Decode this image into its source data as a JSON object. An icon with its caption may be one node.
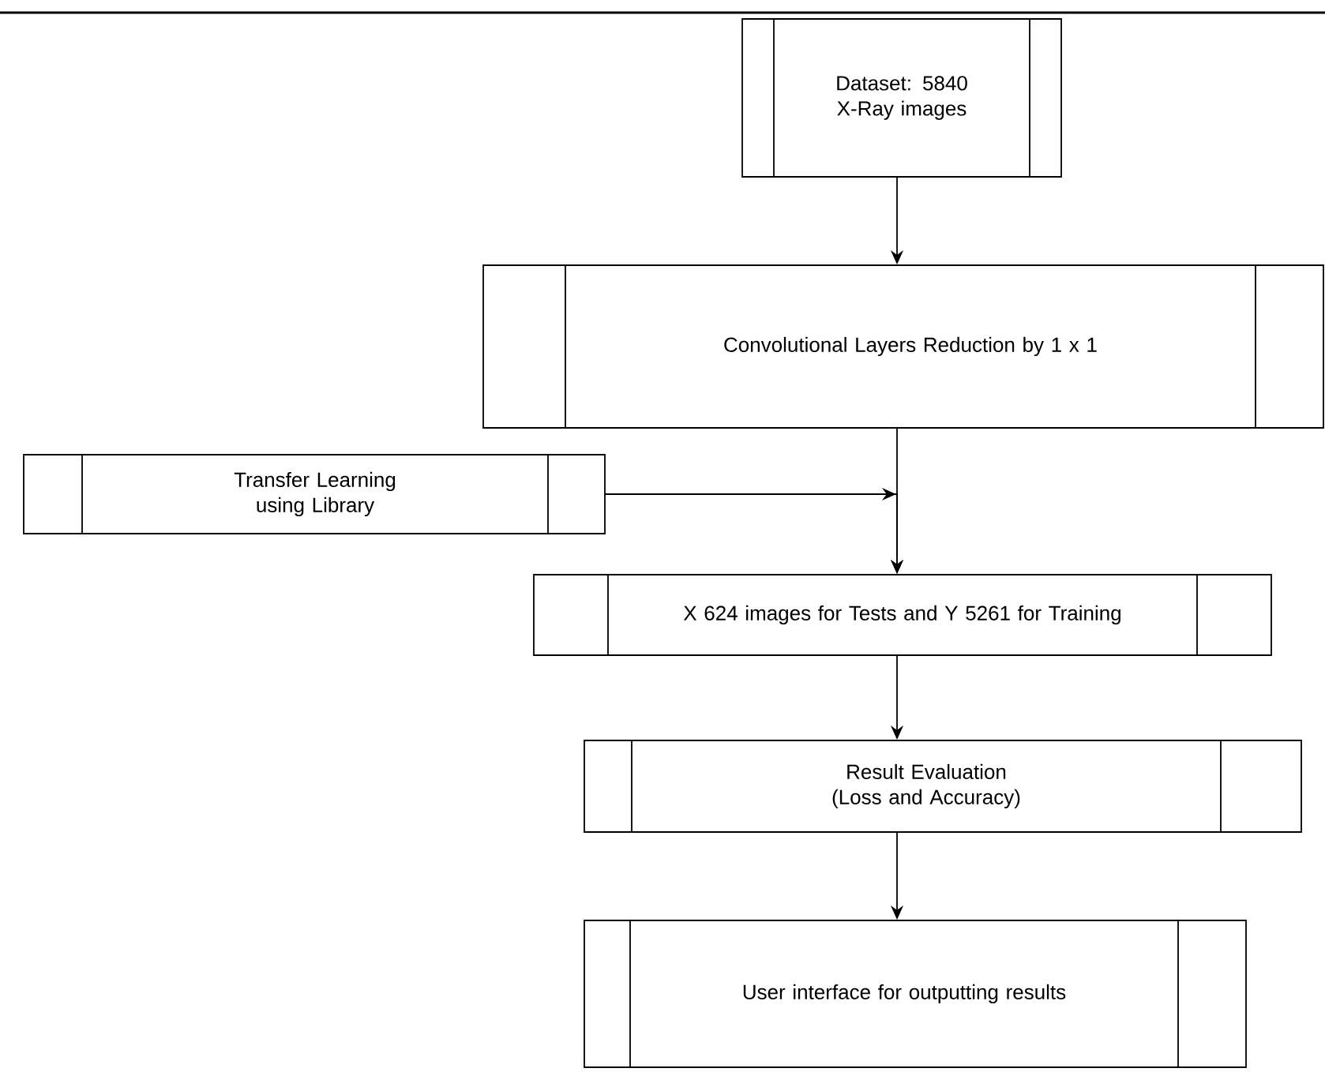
{
  "diagram": {
    "nodes": [
      {
        "text": [
          "Dataset: 5840 X-Ray images"
        ]
      },
      {
        "text": [
          "Convolutional Layers Reduction by 1 x 1"
        ]
      },
      {
        "text": [
          "Transfer Learning using Library"
        ]
      },
      {
        "text": [
          "X 624 images for Tests and Y 5261 for Training"
        ]
      },
      {
        "text": [
          "Result Evaluation (Loss and Accuracy)"
        ]
      },
      {
        "text": [
          "User interface for outputting results"
        ]
      }
    ],
    "edges": [
      {
        "from": 0,
        "to": 1,
        "arrow": "to"
      },
      {
        "from": 1,
        "to": 3,
        "arrow": "to"
      },
      {
        "from": 2,
        "to": 3,
        "arrow": "to"
      },
      {
        "from": 3,
        "to": 4,
        "arrow": "to"
      },
      {
        "from": 4,
        "to": 5,
        "arrow": "to"
      }
    ]
  }
}
